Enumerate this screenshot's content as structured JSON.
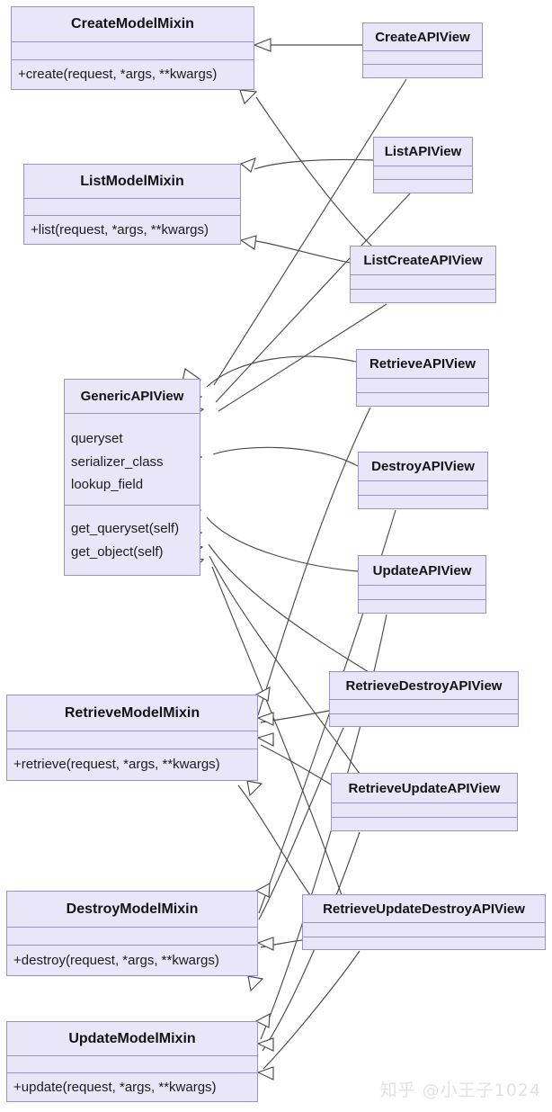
{
  "diagram": {
    "title": "Django REST Framework Generic Views class hierarchy",
    "kind": "uml-class-diagram",
    "relationship": "generalization",
    "colors": {
      "class_fill": "#e8e6f8",
      "class_border": "#9b93c4",
      "edge": "#4a4a4a",
      "text": "#141414",
      "background": "#ffffff",
      "watermark": "#e2e2e2"
    }
  },
  "watermark": {
    "text": "知乎 @小王子1024"
  },
  "classes": [
    {
      "id": "create-model-mixin",
      "name": "CreateModelMixin",
      "attributes": [],
      "methods": [
        "+create(request, *args, **kwargs)"
      ]
    },
    {
      "id": "create-api-view",
      "name": "CreateAPIView",
      "attributes": [],
      "methods": []
    },
    {
      "id": "list-api-view",
      "name": "ListAPIView",
      "attributes": [],
      "methods": []
    },
    {
      "id": "list-model-mixin",
      "name": "ListModelMixin",
      "attributes": [],
      "methods": [
        "+list(request, *args, **kwargs)"
      ]
    },
    {
      "id": "list-create-api-view",
      "name": "ListCreateAPIView",
      "attributes": [],
      "methods": []
    },
    {
      "id": "retrieve-api-view",
      "name": "RetrieveAPIView",
      "attributes": [],
      "methods": []
    },
    {
      "id": "generic-api-view",
      "name": "GenericAPIView",
      "attributes": [
        "queryset",
        "serializer_class",
        "lookup_field"
      ],
      "methods": [
        "get_queryset(self)",
        "get_object(self)"
      ]
    },
    {
      "id": "destroy-api-view",
      "name": "DestroyAPIView",
      "attributes": [],
      "methods": []
    },
    {
      "id": "update-api-view",
      "name": "UpdateAPIView",
      "attributes": [],
      "methods": []
    },
    {
      "id": "retrieve-destroy-api-view",
      "name": "RetrieveDestroyAPIView",
      "attributes": [],
      "methods": []
    },
    {
      "id": "retrieve-model-mixin",
      "name": "RetrieveModelMixin",
      "attributes": [],
      "methods": [
        "+retrieve(request, *args, **kwargs)"
      ]
    },
    {
      "id": "retrieve-update-api-view",
      "name": "RetrieveUpdateAPIView",
      "attributes": [],
      "methods": []
    },
    {
      "id": "destroy-model-mixin",
      "name": "DestroyModelMixin",
      "attributes": [],
      "methods": [
        "+destroy(request, *args, **kwargs)"
      ]
    },
    {
      "id": "retrieve-update-destroy-api-view",
      "name": "RetrieveUpdateDestroyAPIView",
      "attributes": [],
      "methods": []
    },
    {
      "id": "update-model-mixin",
      "name": "UpdateModelMixin",
      "attributes": [],
      "methods": [
        "+update(request, *args, **kwargs)"
      ]
    }
  ],
  "edges": [
    {
      "from": "create-api-view",
      "to": "create-model-mixin"
    },
    {
      "from": "create-api-view",
      "to": "generic-api-view"
    },
    {
      "from": "list-api-view",
      "to": "list-model-mixin"
    },
    {
      "from": "list-api-view",
      "to": "generic-api-view"
    },
    {
      "from": "list-create-api-view",
      "to": "create-model-mixin"
    },
    {
      "from": "list-create-api-view",
      "to": "list-model-mixin"
    },
    {
      "from": "list-create-api-view",
      "to": "generic-api-view"
    },
    {
      "from": "retrieve-api-view",
      "to": "generic-api-view"
    },
    {
      "from": "retrieve-api-view",
      "to": "retrieve-model-mixin"
    },
    {
      "from": "destroy-api-view",
      "to": "generic-api-view"
    },
    {
      "from": "destroy-api-view",
      "to": "destroy-model-mixin"
    },
    {
      "from": "update-api-view",
      "to": "generic-api-view"
    },
    {
      "from": "update-api-view",
      "to": "update-model-mixin"
    },
    {
      "from": "retrieve-destroy-api-view",
      "to": "generic-api-view"
    },
    {
      "from": "retrieve-destroy-api-view",
      "to": "retrieve-model-mixin"
    },
    {
      "from": "retrieve-destroy-api-view",
      "to": "destroy-model-mixin"
    },
    {
      "from": "retrieve-update-api-view",
      "to": "generic-api-view"
    },
    {
      "from": "retrieve-update-api-view",
      "to": "retrieve-model-mixin"
    },
    {
      "from": "retrieve-update-api-view",
      "to": "update-model-mixin"
    },
    {
      "from": "retrieve-update-destroy-api-view",
      "to": "generic-api-view"
    },
    {
      "from": "retrieve-update-destroy-api-view",
      "to": "retrieve-model-mixin"
    },
    {
      "from": "retrieve-update-destroy-api-view",
      "to": "destroy-model-mixin"
    },
    {
      "from": "retrieve-update-destroy-api-view",
      "to": "update-model-mixin"
    }
  ]
}
